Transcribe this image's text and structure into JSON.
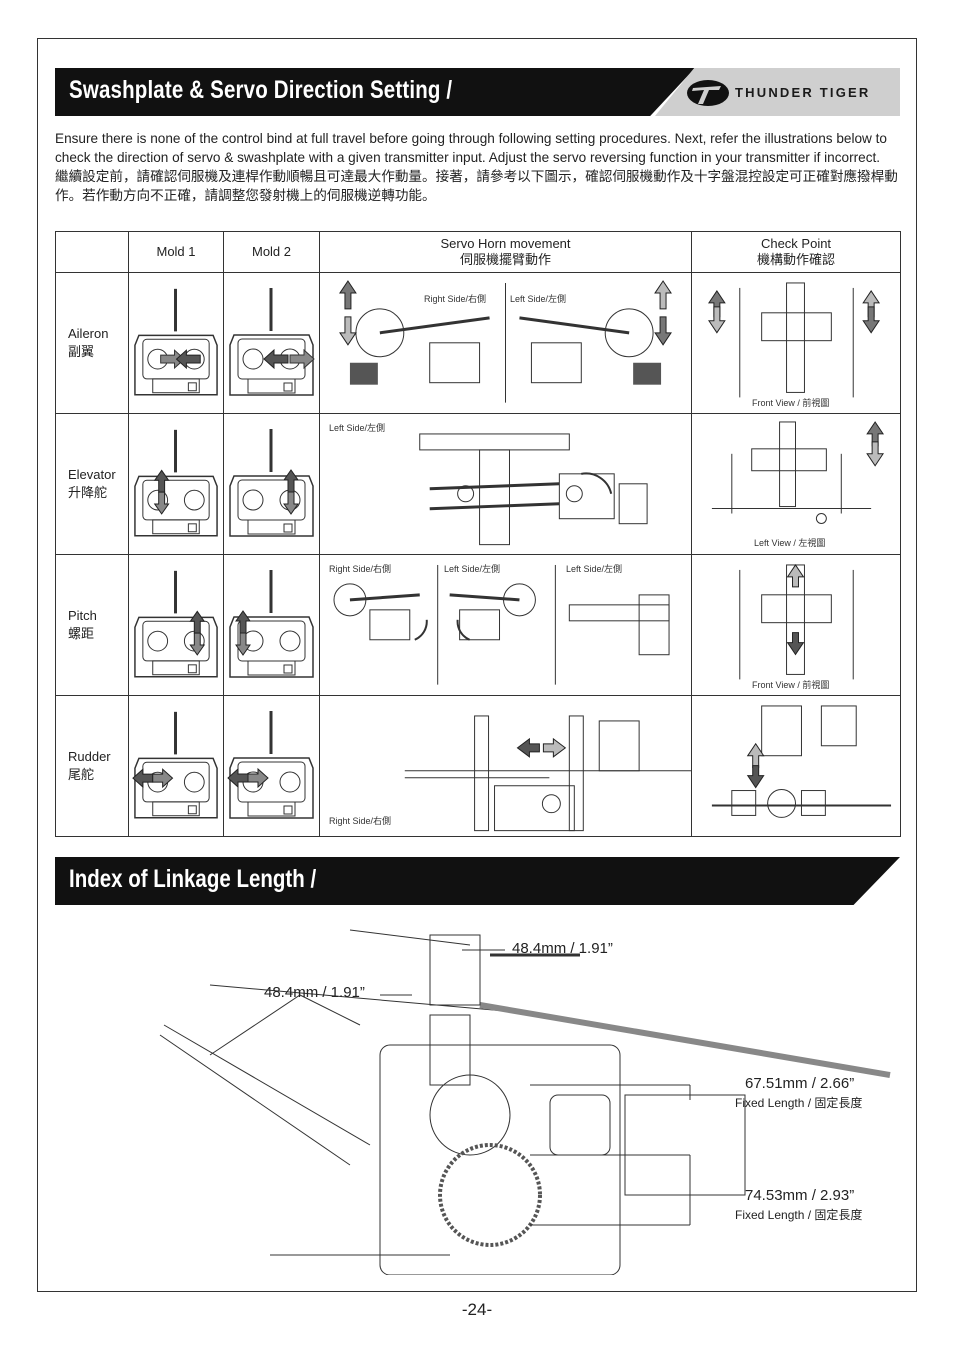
{
  "header": {
    "title": "Swashplate & Servo Direction Setting /",
    "brand": "THUNDER TIGER"
  },
  "intro": {
    "english": "Ensure there is none of the control bind at full travel before going through following setting procedures. Next, refer the illustrations below to check the direction of servo & swashplate with a given transmitter input. Adjust the servo reversing function in your transmitter if incorrect.",
    "chinese": "繼續設定前，請確認伺服機及連桿作動順暢且可達最大作動量。接著，請參考以下圖示，確認伺服機動作及十字盤混控設定可正確對應撥桿動作。若作動方向不正確，請調整您發射機上的伺服機逆轉功能。"
  },
  "table": {
    "headers": {
      "mold1": "Mold 1",
      "mold2": "Mold 2",
      "servo_en": "Servo Horn movement",
      "servo_zh": "伺服機擺臂動作",
      "check_en": "Check Point",
      "check_zh": "機構動作確認"
    },
    "rows": [
      {
        "en": "Aileron",
        "zh": "副翼"
      },
      {
        "en": "Elevator",
        "zh": "升降舵"
      },
      {
        "en": "Pitch",
        "zh": "螺距"
      },
      {
        "en": "Rudder",
        "zh": "尾舵"
      }
    ],
    "captions": {
      "right_side": "Right Side/右側",
      "left_side": "Left Side/左側",
      "front_view": "Front View / 前視圖",
      "left_view": "Left View / 左視圖"
    }
  },
  "linkage": {
    "title": "Index of Linkage Length /",
    "dim_top_right": "48.4mm / 1.91”",
    "dim_top_left": "48.4mm / 1.91”",
    "dim_mid": "67.51mm / 2.66”",
    "dim_low": "74.53mm / 2.93”",
    "fixed": "Fixed Length / 固定長度"
  },
  "page_number": "-24-"
}
